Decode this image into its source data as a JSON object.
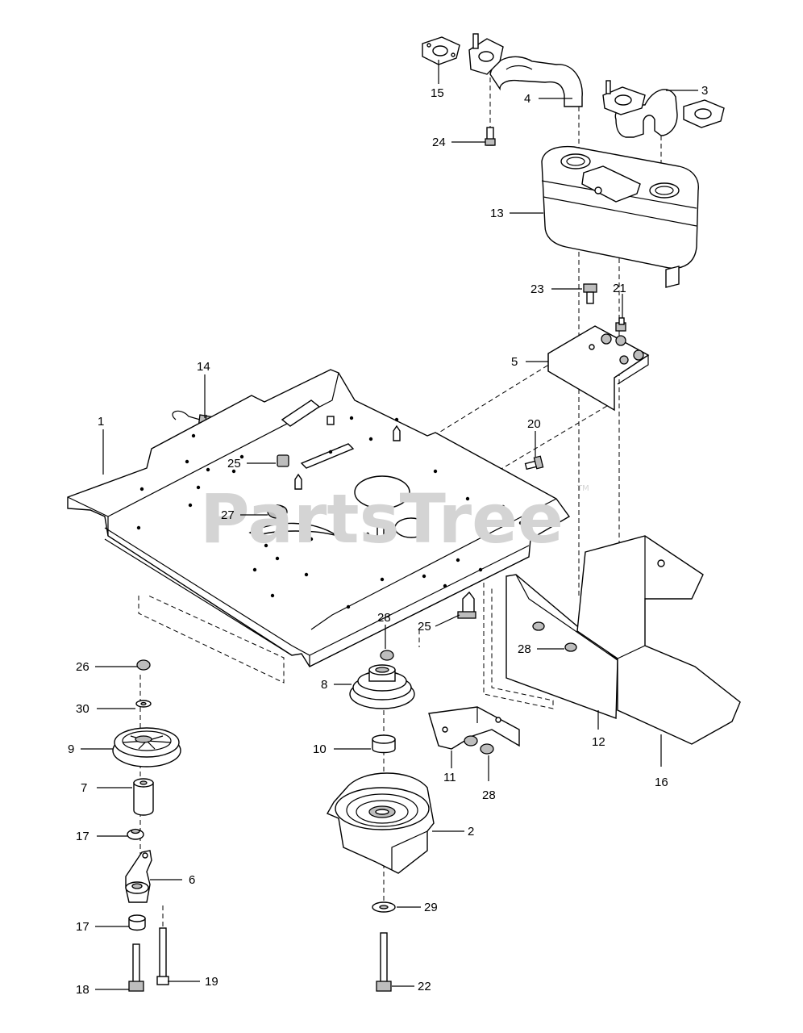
{
  "watermark": {
    "text": "PartsTree",
    "trademark": "TM"
  },
  "callouts": [
    {
      "label": "1"
    },
    {
      "label": "2"
    },
    {
      "label": "3"
    },
    {
      "label": "4"
    },
    {
      "label": "5"
    },
    {
      "label": "6"
    },
    {
      "label": "7"
    },
    {
      "label": "8"
    },
    {
      "label": "9"
    },
    {
      "label": "10"
    },
    {
      "label": "11"
    },
    {
      "label": "12"
    },
    {
      "label": "13"
    },
    {
      "label": "14"
    },
    {
      "label": "15"
    },
    {
      "label": "16"
    },
    {
      "label": "17"
    },
    {
      "label": "17"
    },
    {
      "label": "18"
    },
    {
      "label": "19"
    },
    {
      "label": "20"
    },
    {
      "label": "21"
    },
    {
      "label": "22"
    },
    {
      "label": "23"
    },
    {
      "label": "24"
    },
    {
      "label": "25"
    },
    {
      "label": "25"
    },
    {
      "label": "26"
    },
    {
      "label": "27"
    },
    {
      "label": "28"
    },
    {
      "label": "28"
    },
    {
      "label": "28"
    },
    {
      "label": "29"
    },
    {
      "label": "30"
    }
  ]
}
